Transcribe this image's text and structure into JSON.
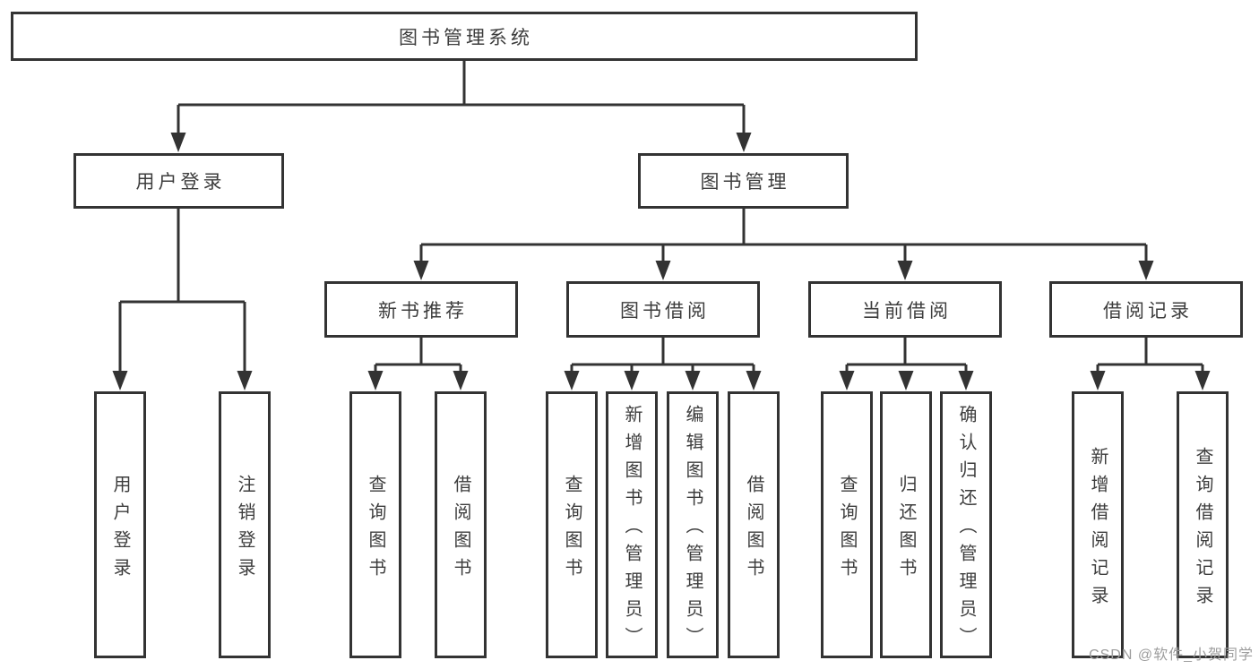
{
  "diagram": {
    "type": "hierarchy-tree",
    "root": {
      "label": "图书管理系统"
    },
    "level2": [
      {
        "id": "user-login",
        "label": "用户登录",
        "parent": "root"
      },
      {
        "id": "book-management",
        "label": "图书管理",
        "parent": "root"
      }
    ],
    "level3": [
      {
        "id": "new-book-recommend",
        "label": "新书推荐",
        "parent": "book-management"
      },
      {
        "id": "book-borrow",
        "label": "图书借阅",
        "parent": "book-management"
      },
      {
        "id": "current-borrow",
        "label": "当前借阅",
        "parent": "book-management"
      },
      {
        "id": "borrow-record",
        "label": "借阅记录",
        "parent": "book-management"
      }
    ],
    "leaves": [
      {
        "label": "用户登录",
        "parent": "user-login"
      },
      {
        "label": "注销登录",
        "parent": "user-login"
      },
      {
        "label": "查询图书",
        "parent": "new-book-recommend"
      },
      {
        "label": "借阅图书",
        "parent": "new-book-recommend"
      },
      {
        "label": "查询图书",
        "parent": "book-borrow"
      },
      {
        "label": "新增图书（管理员）",
        "parent": "book-borrow"
      },
      {
        "label": "编辑图书（管理员）",
        "parent": "book-borrow"
      },
      {
        "label": "借阅图书",
        "parent": "book-borrow"
      },
      {
        "label": "查询图书",
        "parent": "current-borrow"
      },
      {
        "label": "归还图书",
        "parent": "current-borrow"
      },
      {
        "label": "确认归还（管理员）",
        "parent": "current-borrow"
      },
      {
        "label": "新增借阅记录",
        "parent": "borrow-record"
      },
      {
        "label": "查询借阅记录",
        "parent": "borrow-record"
      }
    ]
  },
  "watermark": {
    "text": "CSDN @软件_小贺同学"
  },
  "colors": {
    "line": "#333333",
    "box_border": "#333333",
    "text": "#3d3d3d",
    "watermark": "#9d9d9d",
    "background": "#ffffff"
  }
}
